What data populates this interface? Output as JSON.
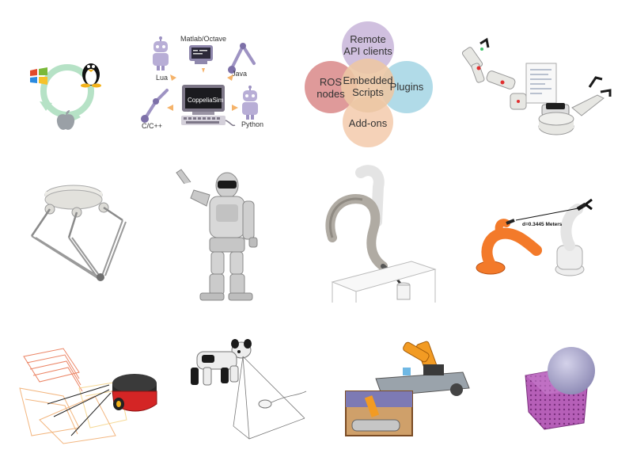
{
  "languages": {
    "top": "Matlab/Octave",
    "lua": "Lua",
    "java": "Java",
    "center": "CoppeliaSim",
    "cpp": "C/C++",
    "python": "Python"
  },
  "apis": {
    "remote": "Remote\nAPI clients",
    "ros": "ROS\nnodes",
    "center": "Embedded\nScripts",
    "plugins": "Plugins",
    "addons": "Add-ons"
  },
  "measurement": {
    "distance": "d=0.3445 Meters"
  },
  "colors": {
    "remote": "#cbb9db",
    "ros": "#dc8f8f",
    "center": "#ecc7a4",
    "plugins": "#a9d7e6",
    "addons": "#f4cdb0",
    "kuka_orange": "#f37a2a",
    "sphere": "#a9a7c8",
    "cube": "#b65fb8"
  }
}
